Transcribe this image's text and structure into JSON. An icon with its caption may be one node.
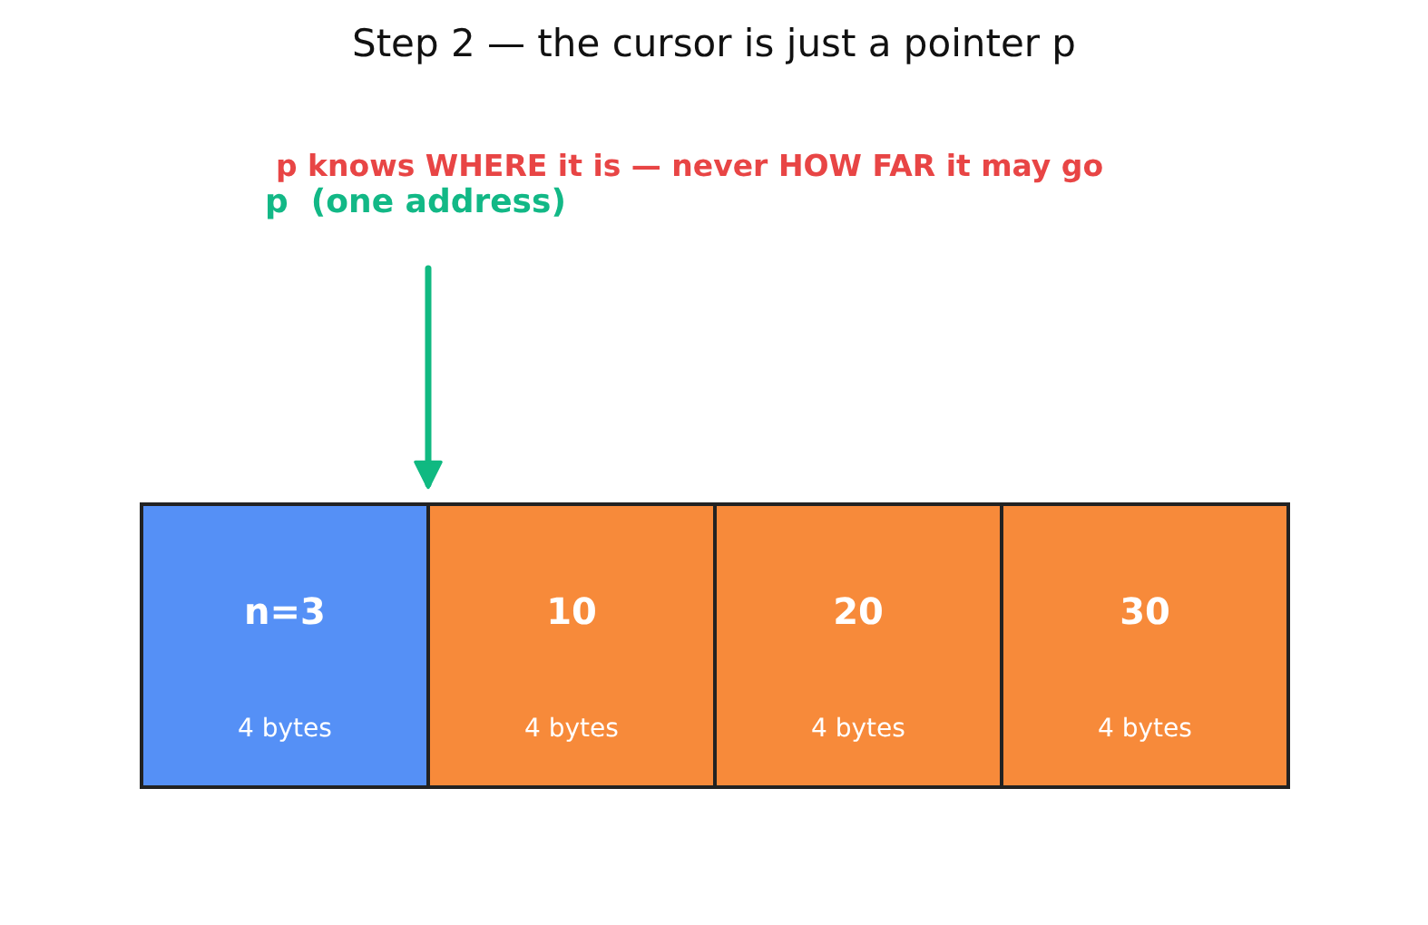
{
  "diagram": {
    "title": "Step 2 — the cursor is just a pointer p",
    "nodes": [
      {
        "text": [
          "p  (one address)"
        ]
      },
      {
        "text": [
          "n=3",
          "4 bytes"
        ]
      },
      {
        "text": [
          "10",
          "4 bytes"
        ]
      },
      {
        "text": [
          "20",
          "4 bytes"
        ]
      },
      {
        "text": [
          "30",
          "4 bytes"
        ]
      }
    ],
    "edges": [
      {
        "from": 0,
        "to": 2,
        "arrow": "to",
        "color": "#10b981"
      }
    ],
    "labels": [
      "p knows WHERE it is — never HOW FAR it may go"
    ]
  }
}
